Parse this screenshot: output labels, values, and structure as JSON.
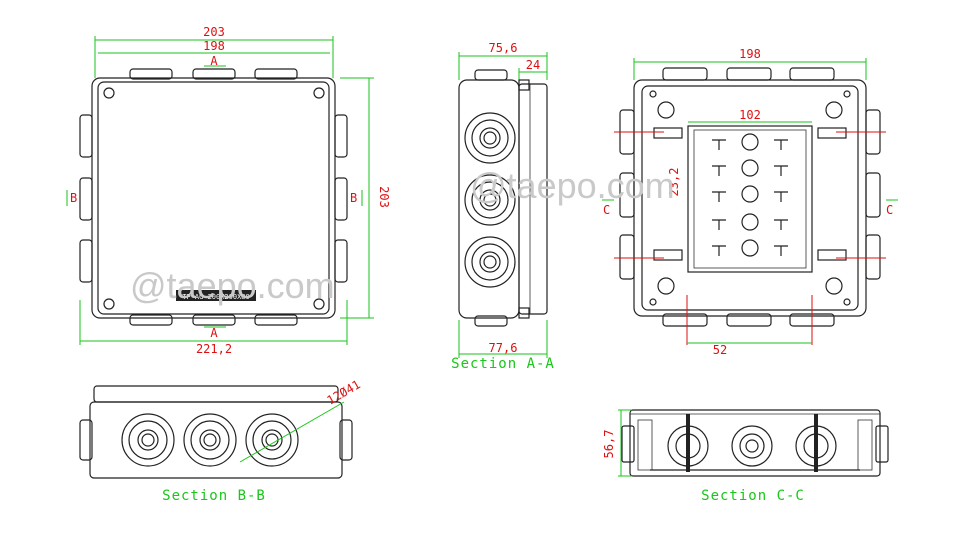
{
  "front_view": {
    "dim_top_outer": "203",
    "dim_top_inner": "198",
    "dim_right": "203",
    "dim_bottom": "221,2",
    "section_a_top": "A",
    "section_a_bottom": "A",
    "section_b_left": "B",
    "section_b_right": "B",
    "nameplate": "TP-AG-200X200X80"
  },
  "section_aa": {
    "dim_top": "75,6",
    "dim_top_small": "24",
    "dim_bottom": "77,6",
    "title": "Section A-A"
  },
  "inner_view": {
    "dim_top": "198",
    "dim_terminal_width": "102",
    "dim_terminal_height": "23,2",
    "dim_bottom": "52",
    "section_c_left": "C",
    "section_c_right": "C"
  },
  "section_bb": {
    "dim_gland": "12Ø41",
    "title": "Section B-B"
  },
  "section_cc": {
    "dim_height": "56,7",
    "title": "Section C-C"
  },
  "watermarks": [
    "@taepo.com",
    "@taepo.com"
  ]
}
